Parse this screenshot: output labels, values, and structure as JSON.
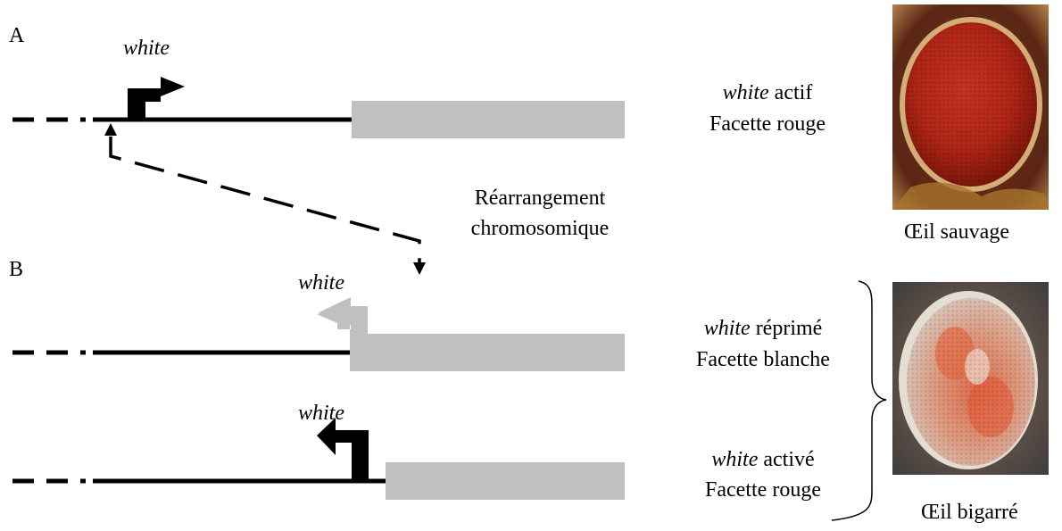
{
  "panels": {
    "a": {
      "label": "A",
      "gene_label": "white",
      "status_gene": "white",
      "status_word": "actif",
      "phenotype": "Facette rouge"
    },
    "b": {
      "label": "B",
      "gene_label_repressed": "white",
      "gene_label_active": "white",
      "repressed_gene": "white",
      "repressed_word": "réprimé",
      "repressed_phenotype": "Facette blanche",
      "active_gene": "white",
      "active_word": "activé",
      "active_phenotype": "Facette rouge"
    }
  },
  "rearrangement": {
    "line1": "Réarrangement",
    "line2": "chromosomique"
  },
  "photos": {
    "wild": {
      "caption": "Œil sauvage"
    },
    "variegated": {
      "caption": "Œil bigarré"
    }
  },
  "colors": {
    "heterochromatin": "#c0c0c0",
    "repressed_arrow": "#c0c0c0",
    "active_arrow": "#000000",
    "wild_eye": "#b52a1a",
    "variegated_eye": "#d9a08a"
  }
}
